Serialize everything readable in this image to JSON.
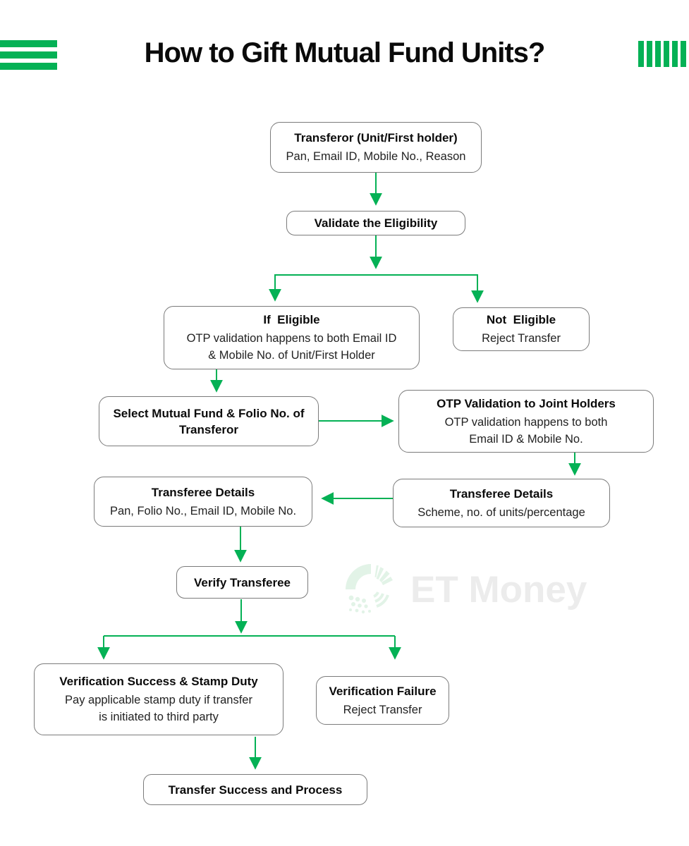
{
  "header": {
    "title": "How to Gift Mutual Fund Units?"
  },
  "watermark": {
    "brand": "ET Money",
    "logo_icon": "et-money-sun-logo"
  },
  "colors": {
    "accent_green": "#04B155",
    "box_border_gray": "#7B7B7B",
    "text_black": "#161616",
    "watermark_text_gray": "#ECECEC",
    "watermark_logo_green": "#E2F3E7"
  },
  "flowchart": {
    "nodes": {
      "transferor": {
        "title": "Transferor (Unit/First holder)",
        "body": [
          "Pan, Email ID, Mobile No., Reason"
        ]
      },
      "validate_eligibility": {
        "title": "Validate the Eligibility"
      },
      "if_eligible": {
        "title": "If  Eligible",
        "body": [
          "OTP validation happens to both Email ID",
          "& Mobile No. of Unit/First Holder"
        ]
      },
      "not_eligible": {
        "title": "Not  Eligible",
        "body": [
          "Reject Transfer"
        ]
      },
      "select_fund": {
        "title": [
          "Select Mutual Fund & Folio No. of",
          "Transferor"
        ]
      },
      "otp_joint_holders": {
        "title": "OTP Validation to Joint Holders",
        "body": [
          "OTP validation happens to both",
          "Email ID & Mobile No."
        ]
      },
      "transferee_scheme": {
        "title": "Transferee Details",
        "body": [
          "Scheme, no. of units/percentage"
        ]
      },
      "transferee_contact": {
        "title": "Transferee Details",
        "body": [
          "Pan, Folio No., Email ID, Mobile No."
        ]
      },
      "verify_transferee": {
        "title": "Verify Transferee"
      },
      "verification_success": {
        "title": "Verification Success & Stamp Duty",
        "body": [
          "Pay applicable stamp duty if transfer",
          "is initiated to third party"
        ]
      },
      "verification_failure": {
        "title": "Verification Failure",
        "body": [
          "Reject Transfer"
        ]
      },
      "transfer_success": {
        "title": "Transfer Success and Process"
      }
    }
  }
}
